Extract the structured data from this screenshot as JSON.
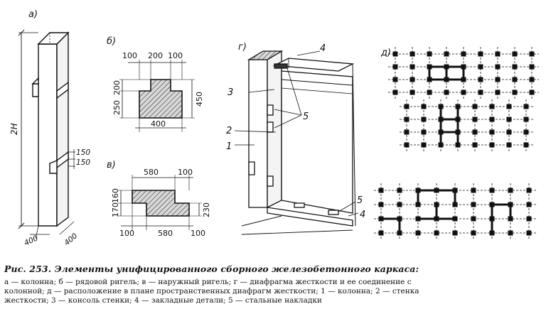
{
  "panels": {
    "a": "а)",
    "b": "б)",
    "v": "в)",
    "g": "г)",
    "d": "д)"
  },
  "dims_a": {
    "height": "2Н",
    "d150_top": "150",
    "d150_bottom": "150",
    "base_left": "400",
    "base_right": "400"
  },
  "dims_b": {
    "top1": "100",
    "top2": "200",
    "top3": "100",
    "left1": "200",
    "left2": "250",
    "right": "450",
    "bottom": "400"
  },
  "dims_v": {
    "top1": "580",
    "top2": "100",
    "left1": "160",
    "left2": "170",
    "right": "230",
    "bottom1": "100",
    "bottom2": "580",
    "bottom3": "100"
  },
  "labels_g": {
    "n1": "1",
    "n2": "2",
    "n3": "3",
    "n4_top": "4",
    "n5_mid": "5",
    "n5_bottom": "5",
    "n4_bottom": "4"
  },
  "caption": {
    "title": "Рис. 253. Элементы унифицированного сборного железобетонного каркаса:",
    "line1": "а — колонна;  б — рядовой ригель;  в — наружный  ригель;  г — диафрагма жесткости и ее соединение с",
    "line2": "колонной;  д — расположение в плане пространственных диафрагм жесткости;  1 — колонна;  2 — стенка",
    "line3": "жесткости;  3 — консоль стенки;  4 — закладные детали;  5 — стальные накладки"
  }
}
